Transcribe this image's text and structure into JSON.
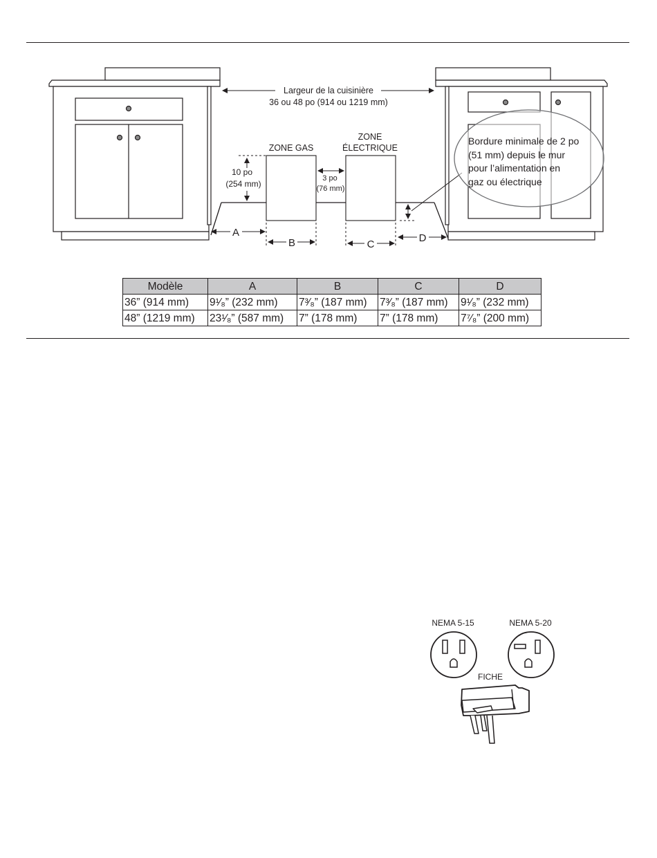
{
  "diagram": {
    "width_label_line1": "Largeur de la cuisinière",
    "width_label_line2": "36 ou 48 po (914 ou 1219 mm)",
    "zone_gas": "ZONE GAS",
    "zone_elec_line1": "ZONE",
    "zone_elec_line2": "ÉLECTRIQUE",
    "height_line1": "10 po",
    "height_line2": "(254 mm)",
    "gap_line1": "3 po",
    "gap_line2": "(76 mm)",
    "callout_lines": [
      "Bordure minimale de 2 po",
      "(51 mm) depuis le mur",
      "pour l’alimentation en",
      "gaz ou électrique"
    ],
    "dim_a": "A",
    "dim_b": "B",
    "dim_c": "C",
    "dim_d": "D"
  },
  "table": {
    "headers": [
      "Modèle",
      "A",
      "B",
      "C",
      "D"
    ],
    "rows": [
      [
        "36” (914 mm)",
        "9¹⁄₈” (232 mm)",
        "7³⁄₈” (187 mm)",
        "7³⁄₈” (187 mm)",
        "9¹⁄₈” (232 mm)"
      ],
      [
        "48” (1219 mm)",
        "23¹⁄₈” (587 mm)",
        "7” (178 mm)",
        "7” (178 mm)",
        "7⁷⁄₈” (200 mm)"
      ]
    ]
  },
  "plugs": {
    "nema_515": "NEMA 5-15",
    "nema_520": "NEMA 5-20",
    "fiche": "FICHE"
  }
}
